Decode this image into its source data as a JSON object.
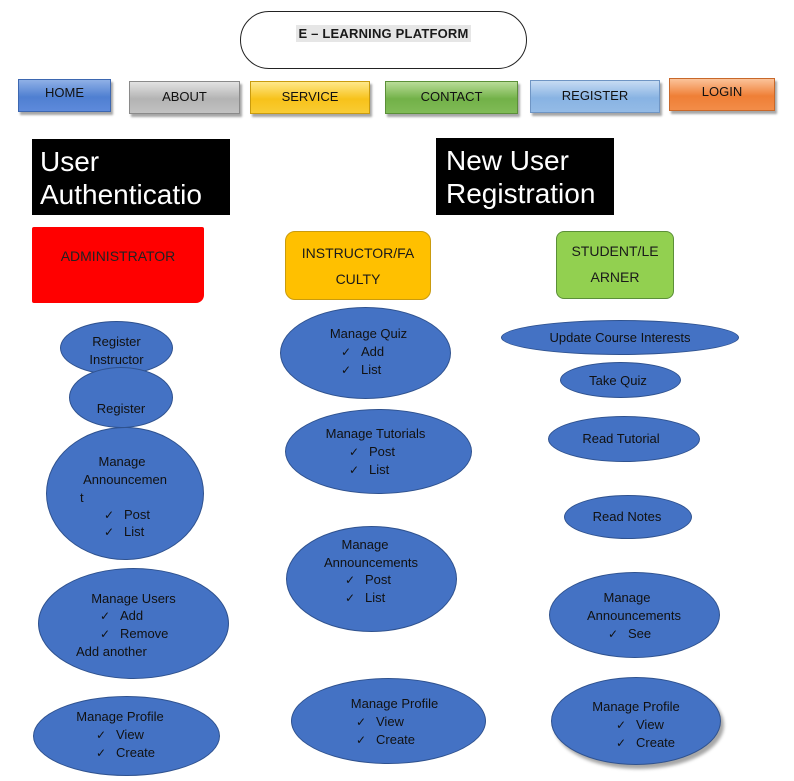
{
  "title": "E – LEARNING PLATFORM",
  "nav": {
    "home": "HOME",
    "about": "ABOUT",
    "service": "SERVICE",
    "contact": "CONTACT",
    "register": "REGISTER",
    "login": "LOGIN"
  },
  "headers": {
    "auth_line1": "User",
    "auth_line2": "Authenticatio",
    "reg_line1": "New User",
    "reg_line2": "Registration"
  },
  "roles": {
    "admin": "ADMINISTRATOR",
    "instructor_line1": "INSTRUCTOR/FA",
    "instructor_line2": "CULTY",
    "student_line1": "STUDENT/LE",
    "student_line2": "ARNER"
  },
  "admin": {
    "register_instructor_l1": "Register",
    "register_instructor_l2": "Instructor",
    "register": "Register",
    "announce_l1": "Manage",
    "announce_l2": "Announcemen",
    "announce_l3": "t",
    "announce_post": "Post",
    "announce_list": "List",
    "users_title": "Manage Users",
    "users_add": "Add",
    "users_remove": "Remove",
    "users_add_another": "Add another",
    "profile_title": "Manage Profile",
    "profile_view": "View",
    "profile_create": "Create"
  },
  "instructor": {
    "quiz_title": "Manage Quiz",
    "quiz_add": "Add",
    "quiz_list": "List",
    "tutorials_title": "Manage Tutorials",
    "tutorials_post": "Post",
    "tutorials_list": "List",
    "announce_l1": "Manage",
    "announce_l2": "Announcements",
    "announce_post": "Post",
    "announce_list": "List",
    "profile_title": "Manage Profile",
    "profile_view": "View",
    "profile_create": "Create"
  },
  "student": {
    "update_interests": "Update Course Interests",
    "take_quiz": "Take Quiz",
    "read_tutorial": "Read Tutorial",
    "read_notes": "Read Notes",
    "announce_l1": "Manage",
    "announce_l2": "Announcements",
    "announce_see": "See",
    "profile_title": "Manage Profile",
    "profile_view": "View",
    "profile_create": "Create"
  },
  "check_glyph": "✓",
  "colors": {
    "ellipse_fill": "#4472c4",
    "admin_fill": "#ff0000",
    "instructor_fill": "#ffc000",
    "student_fill": "#92d050"
  }
}
